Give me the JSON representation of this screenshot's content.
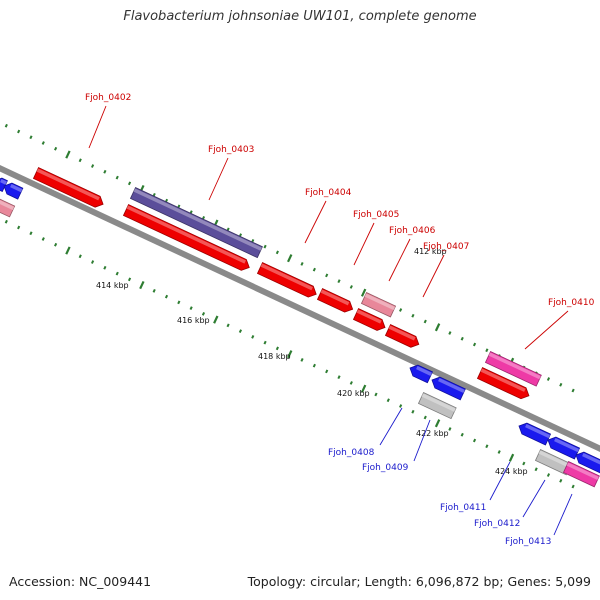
{
  "title": "Flavobacterium johnsoniae UW101, complete genome",
  "footer": {
    "accession": "Accession: NC_009441",
    "summary": "Topology: circular; Length: 6,096,872 bp; Genes: 5,099"
  },
  "scale_labels": [
    "412 kbp",
    "414 kbp",
    "416 kbp",
    "418 kbp",
    "420 kbp",
    "422 kbp",
    "424 kbp"
  ],
  "colors": {
    "backbone": "#8a8a8a",
    "tick": "#2e7d32",
    "forward_cds": "#ee0000",
    "reverse_cds": "#1a1aee",
    "purple_feature": "#5b4e9a",
    "pink_feature": "#e8879a",
    "magenta_feature": "#ee3aa6",
    "gray_feature": "#c0c0c0",
    "forward_label": "#cc0000",
    "reverse_label": "#1a1acc"
  },
  "gene_labels": [
    {
      "name": "Fjoh_0402",
      "strand": "forward"
    },
    {
      "name": "Fjoh_0403",
      "strand": "forward"
    },
    {
      "name": "Fjoh_0404",
      "strand": "forward"
    },
    {
      "name": "Fjoh_0405",
      "strand": "forward"
    },
    {
      "name": "Fjoh_0406",
      "strand": "forward"
    },
    {
      "name": "Fjoh_0407",
      "strand": "forward"
    },
    {
      "name": "Fjoh_0410",
      "strand": "forward"
    },
    {
      "name": "Fjoh_0408",
      "strand": "reverse"
    },
    {
      "name": "Fjoh_0409",
      "strand": "reverse"
    },
    {
      "name": "Fjoh_0411",
      "strand": "reverse"
    },
    {
      "name": "Fjoh_0412",
      "strand": "reverse"
    },
    {
      "name": "Fjoh_0413",
      "strand": "reverse"
    }
  ]
}
